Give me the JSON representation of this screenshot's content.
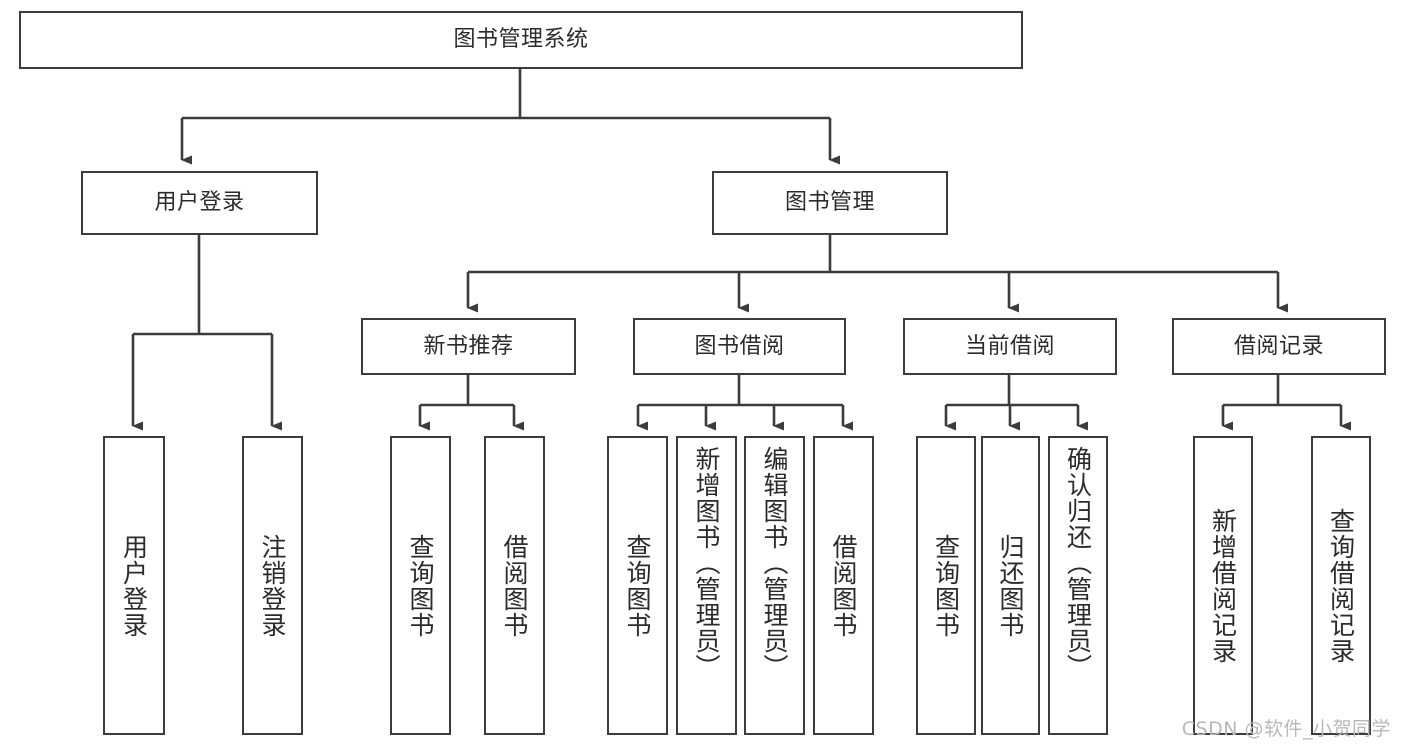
{
  "diagram": {
    "title": "图书管理系统",
    "type": "tree-hierarchy-chart",
    "root": {
      "id": "root",
      "label": "图书管理系统"
    },
    "level2": [
      {
        "id": "user-login",
        "label": "用户登录"
      },
      {
        "id": "book-manage",
        "label": "图书管理"
      }
    ],
    "level3": [
      {
        "id": "new-book-rec",
        "label": "新书推荐"
      },
      {
        "id": "book-borrow",
        "label": "图书借阅"
      },
      {
        "id": "current-borrow",
        "label": "当前借阅"
      },
      {
        "id": "borrow-record",
        "label": "借阅记录"
      }
    ],
    "leaves": {
      "user_login": [
        {
          "id": "leaf-user-login",
          "label": "用户登录"
        },
        {
          "id": "leaf-logout",
          "label": "注销登录"
        }
      ],
      "new_book_rec": [
        {
          "id": "leaf-query-book-1",
          "label": "查询图书"
        },
        {
          "id": "leaf-borrow-book-1",
          "label": "借阅图书"
        }
      ],
      "book_borrow": [
        {
          "id": "leaf-query-book-2",
          "label": "查询图书"
        },
        {
          "id": "leaf-add-book",
          "label": "新增图书（管理员）"
        },
        {
          "id": "leaf-edit-book",
          "label": "编辑图书（管理员）"
        },
        {
          "id": "leaf-borrow-book-2",
          "label": "借阅图书"
        }
      ],
      "current_borrow": [
        {
          "id": "leaf-query-book-3",
          "label": "查询图书"
        },
        {
          "id": "leaf-return-book",
          "label": "归还图书"
        },
        {
          "id": "leaf-confirm-return",
          "label": "确认归还（管理员）"
        }
      ],
      "borrow_record": [
        {
          "id": "leaf-add-record",
          "label": "新增借阅记录"
        },
        {
          "id": "leaf-query-record",
          "label": "查询借阅记录"
        }
      ]
    }
  },
  "watermark": {
    "text": "CSDN @软件_小贺同学"
  },
  "colors": {
    "stroke": "#3c3c3c",
    "text": "#2b2b2b",
    "background": "#ffffff",
    "watermark": "#b8b8b8"
  }
}
